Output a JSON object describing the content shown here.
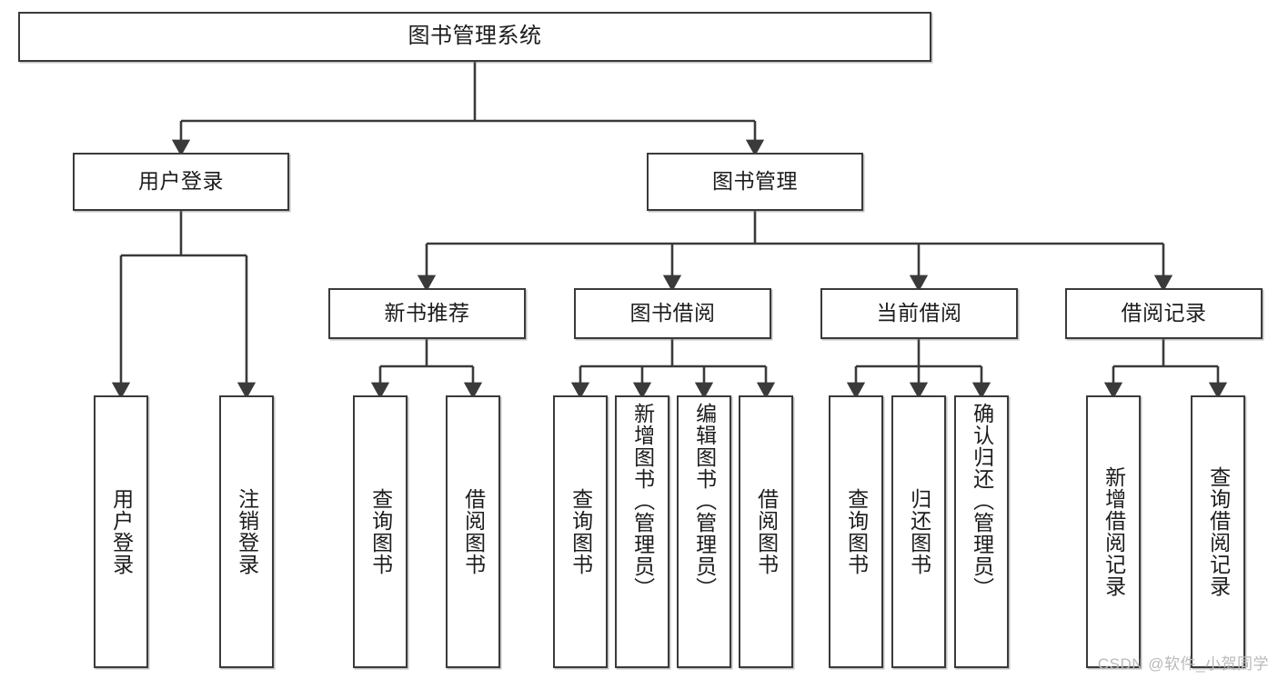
{
  "diagram": {
    "type": "tree",
    "title": "图书管理系统",
    "watermark": "CSDN @软件_小贺同学",
    "colors": {
      "stroke": "#3a3a3a",
      "fill": "#ffffff",
      "text": "#1c1c1c",
      "watermark": "#b9b9b9"
    },
    "nodes": {
      "root": {
        "label": "图书管理系统",
        "level": 1
      },
      "user_login": {
        "label": "用户登录",
        "level": 2
      },
      "book_manage": {
        "label": "图书管理",
        "level": 2
      },
      "new_book_rec": {
        "label": "新书推荐",
        "level": 3
      },
      "book_borrow": {
        "label": "图书借阅",
        "level": 3
      },
      "current_borrow": {
        "label": "当前借阅",
        "level": 3
      },
      "borrow_record": {
        "label": "借阅记录",
        "level": 3
      },
      "leaf_user_login": {
        "label": "用户登录",
        "level": 4,
        "orientation": "vertical"
      },
      "leaf_logout": {
        "label": "注销登录",
        "level": 4,
        "orientation": "vertical"
      },
      "leaf_query_book_1": {
        "label": "查询图书",
        "level": 4,
        "orientation": "vertical"
      },
      "leaf_borrow_book_1": {
        "label": "借阅图书",
        "level": 4,
        "orientation": "vertical"
      },
      "leaf_query_book_2": {
        "label": "查询图书",
        "level": 4,
        "orientation": "vertical"
      },
      "leaf_add_book": {
        "label": "新增图书（管理员）",
        "level": 4,
        "orientation": "vertical"
      },
      "leaf_edit_book": {
        "label": "编辑图书（管理员）",
        "level": 4,
        "orientation": "vertical"
      },
      "leaf_borrow_book_2": {
        "label": "借阅图书",
        "level": 4,
        "orientation": "vertical"
      },
      "leaf_query_book_3": {
        "label": "查询图书",
        "level": 4,
        "orientation": "vertical"
      },
      "leaf_return_book": {
        "label": "归还图书",
        "level": 4,
        "orientation": "vertical"
      },
      "leaf_confirm_return": {
        "label": "确认归还（管理员）",
        "level": 4,
        "orientation": "vertical"
      },
      "leaf_add_record": {
        "label": "新增借阅记录",
        "level": 4,
        "orientation": "vertical"
      },
      "leaf_query_record": {
        "label": "查询借阅记录",
        "level": 4,
        "orientation": "vertical"
      }
    },
    "edges": [
      {
        "from": "root",
        "to": "user_login"
      },
      {
        "from": "root",
        "to": "book_manage"
      },
      {
        "from": "user_login",
        "to": "leaf_user_login"
      },
      {
        "from": "user_login",
        "to": "leaf_logout"
      },
      {
        "from": "book_manage",
        "to": "new_book_rec"
      },
      {
        "from": "book_manage",
        "to": "book_borrow"
      },
      {
        "from": "book_manage",
        "to": "current_borrow"
      },
      {
        "from": "book_manage",
        "to": "borrow_record"
      },
      {
        "from": "new_book_rec",
        "to": "leaf_query_book_1"
      },
      {
        "from": "new_book_rec",
        "to": "leaf_borrow_book_1"
      },
      {
        "from": "book_borrow",
        "to": "leaf_query_book_2"
      },
      {
        "from": "book_borrow",
        "to": "leaf_add_book"
      },
      {
        "from": "book_borrow",
        "to": "leaf_edit_book"
      },
      {
        "from": "book_borrow",
        "to": "leaf_borrow_book_2"
      },
      {
        "from": "current_borrow",
        "to": "leaf_query_book_3"
      },
      {
        "from": "current_borrow",
        "to": "leaf_return_book"
      },
      {
        "from": "current_borrow",
        "to": "leaf_confirm_return"
      },
      {
        "from": "borrow_record",
        "to": "leaf_add_record"
      },
      {
        "from": "borrow_record",
        "to": "leaf_query_record"
      }
    ]
  }
}
